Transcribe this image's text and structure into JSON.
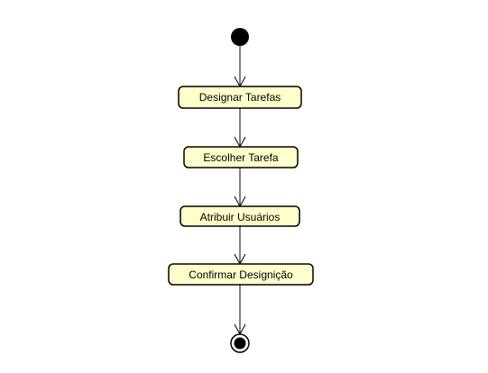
{
  "diagram": {
    "type": "uml-activity",
    "colors": {
      "activity_fill": "#FFFFCC",
      "stroke": "#000000",
      "background": "#FFFFFF"
    },
    "start": {
      "kind": "initial-node"
    },
    "activities": [
      {
        "label": "Designar Tarefas"
      },
      {
        "label": "Escolher Tarefa"
      },
      {
        "label": "Atribuir Usuários"
      },
      {
        "label": "Confirmar Designição"
      }
    ],
    "end": {
      "kind": "final-node"
    },
    "flows": [
      {
        "from": "start",
        "to": "activity-0"
      },
      {
        "from": "activity-0",
        "to": "activity-1"
      },
      {
        "from": "activity-1",
        "to": "activity-2"
      },
      {
        "from": "activity-2",
        "to": "activity-3"
      },
      {
        "from": "activity-3",
        "to": "end"
      }
    ]
  }
}
